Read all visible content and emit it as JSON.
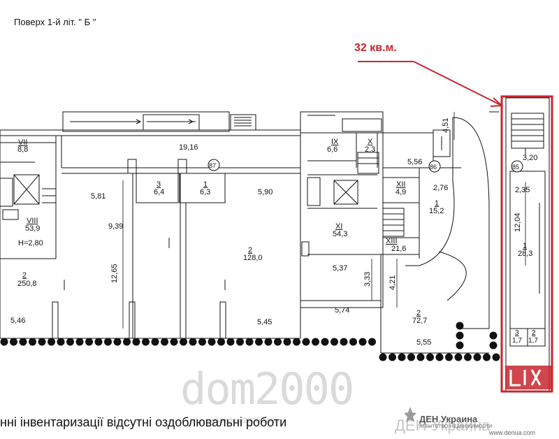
{
  "header": {
    "title": "Поверх 1-й літ. \" Б \""
  },
  "callout": {
    "area": "32 кв.м.",
    "color": "#c8262d"
  },
  "footer": {
    "note": "нні інвентаризації відсутні оздоблювальні роботи"
  },
  "watermark": {
    "text": "dom2000",
    "small": "www.dom2000.com"
  },
  "brand": {
    "name": "ДЕН Украина",
    "tag": "АГЕНТСТВО НЕДВИЖИМОСТИ",
    "big": "ДЕН-Украина",
    "url": "www.denua.com"
  },
  "markers": [
    "87",
    "86",
    "85"
  ],
  "rooms": {
    "r_vii": "VII",
    "r_vii_a": "8,8",
    "r_viii": "VIII",
    "r_viii_a": "53,9",
    "r_h": "Н=2,80",
    "r2a": "2",
    "r2a_a": "250,8",
    "r3": "3",
    "r3_a": "6,4",
    "r1a": "1",
    "r1a_a": "6,3",
    "r2b": "2",
    "r2b_a": "128,0",
    "r_ix": "IX",
    "r_ix_a": "6,6",
    "r_x": "X",
    "r_x_a": "2,3",
    "r_xi": "XI",
    "r_xi_a": "54,3",
    "r_xii": "XII",
    "r_xii_a": "4,9",
    "r_xiii": "XIII",
    "r_xiii_a": "21,6",
    "r1b": "1",
    "r1b_a": "15,2",
    "r2c": "2",
    "r2c_a": "72,7",
    "r1c": "1",
    "r1c_a": "28,3",
    "r3s": "3",
    "r3s_a": "1,7",
    "r2s": "2",
    "r2s_a": "1,7"
  },
  "dims": {
    "d1916": "19,16",
    "d581": "5,81",
    "d939": "9,39",
    "d1265": "12,65",
    "d546": "5,46",
    "d590": "5,90",
    "d545": "5,45",
    "d537": "5,37",
    "d333": "3,33",
    "d421": "4,21",
    "d574": "5,74",
    "d555": "5,55",
    "d556": "5,56",
    "d276": "2,76",
    "d451": "4,51",
    "d320": "3,20",
    "d235": "2,35",
    "d1204": "12,04"
  }
}
